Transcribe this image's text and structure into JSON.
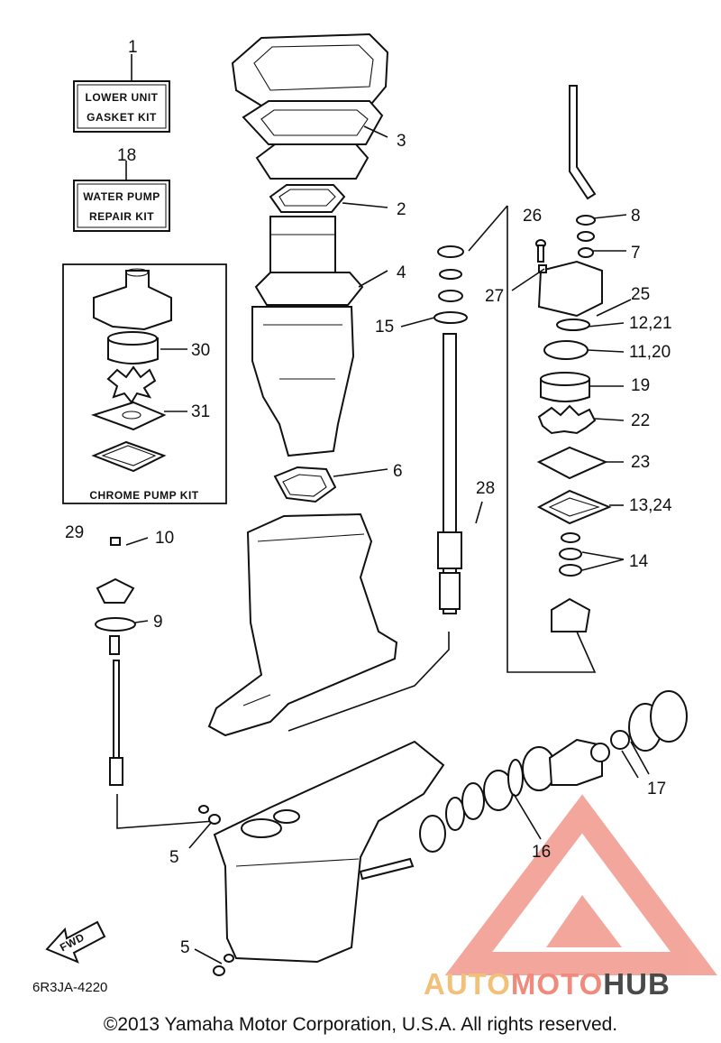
{
  "boxes": {
    "lower_unit_kit": [
      "LOWER UNIT",
      "GASKET KIT"
    ],
    "water_pump_kit": [
      "WATER PUMP",
      "REPAIR KIT"
    ],
    "chrome_pump_kit": "CHROME PUMP KIT"
  },
  "callouts": [
    "1",
    "2",
    "3",
    "4",
    "5",
    "5",
    "6",
    "7",
    "8",
    "9",
    "10",
    "11,20",
    "12,21",
    "13,24",
    "14",
    "15",
    "16",
    "17",
    "18",
    "19",
    "22",
    "23",
    "25",
    "26",
    "27",
    "28",
    "29",
    "30",
    "31"
  ],
  "fwd_label": "FWD",
  "diagram_code": "6R3JA-4220",
  "watermark": [
    "AUTO",
    "MOTO",
    "HUB"
  ],
  "copyright": "©2013 Yamaha Motor Corporation, U.S.A. All rights reserved.",
  "colors": {
    "ink": "#111111",
    "watermark_red": "#ef8a7c",
    "watermark_orange": "#f3c07a",
    "watermark_dark": "#4a4a4a"
  }
}
